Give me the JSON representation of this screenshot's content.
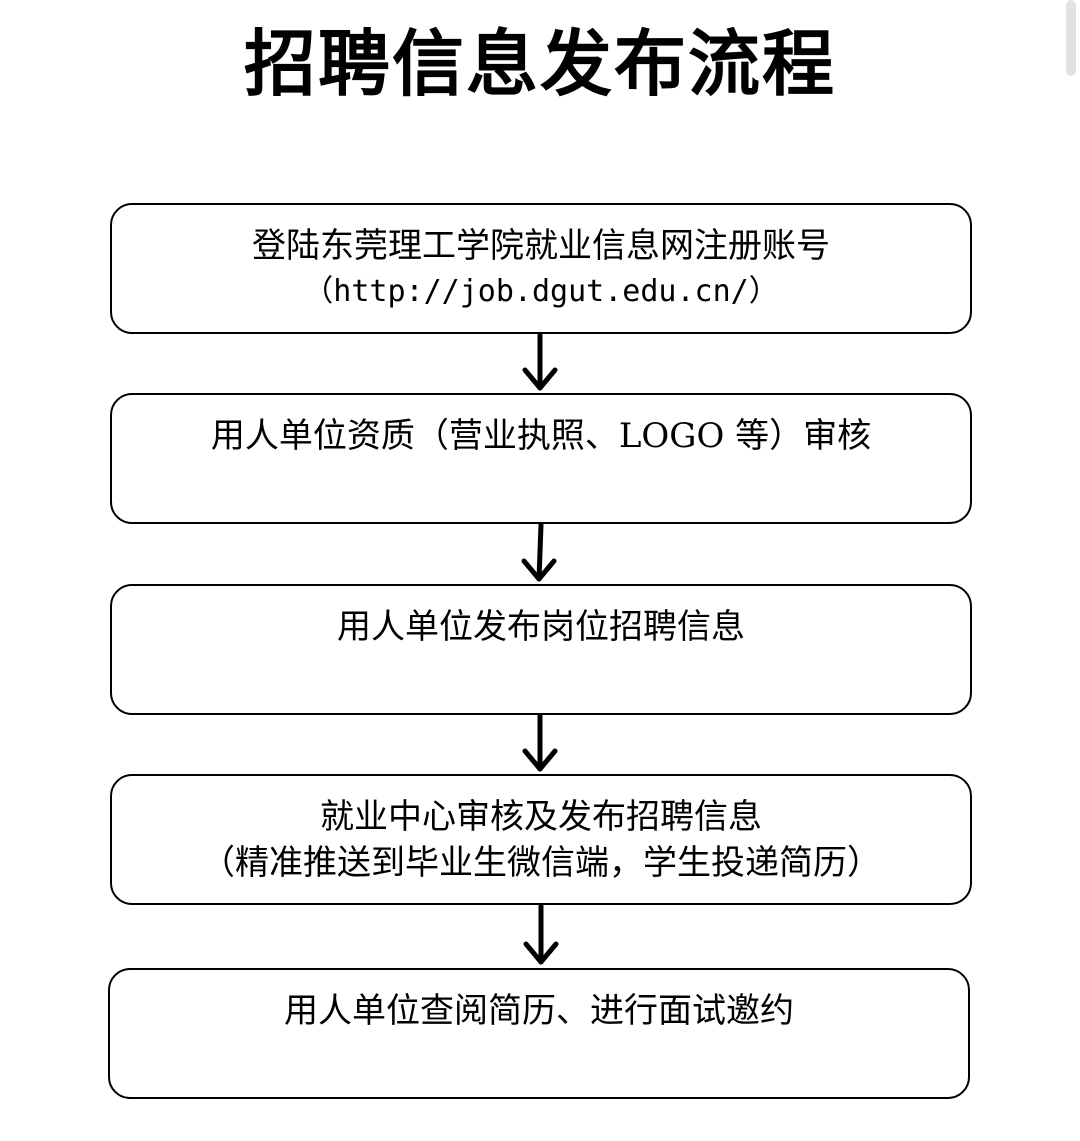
{
  "title": "招聘信息发布流程",
  "steps": [
    {
      "line1": "登陆东莞理工学院就业信息网注册账号",
      "line2": "（http://job.dgut.edu.cn/）"
    },
    {
      "line1": "用人单位资质（营业执照、LOGO 等）审核",
      "line2": ""
    },
    {
      "line1": "用人单位发布岗位招聘信息",
      "line2": ""
    },
    {
      "line1": "就业中心审核及发布招聘信息",
      "line2": "（精准推送到毕业生微信端，学生投递简历）"
    },
    {
      "line1": "用人单位查阅简历、进行面试邀约",
      "line2": ""
    }
  ]
}
